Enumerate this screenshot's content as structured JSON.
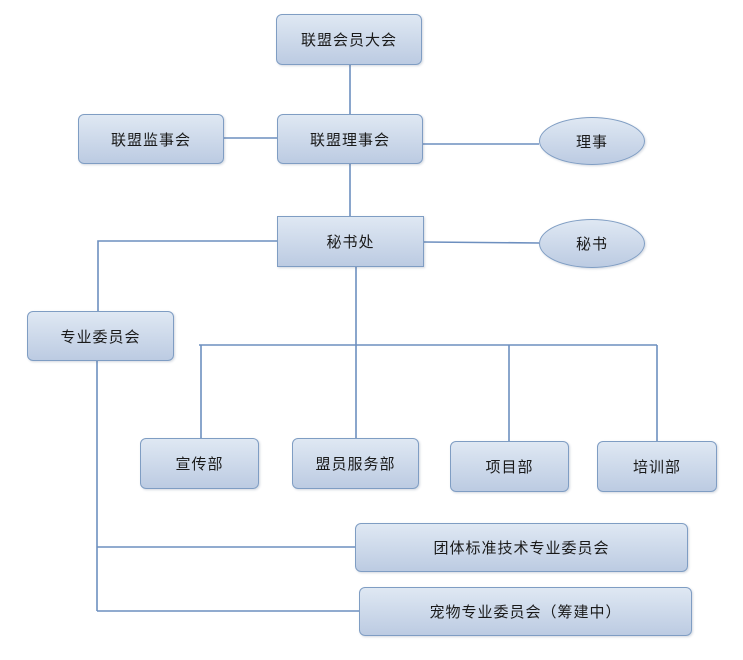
{
  "org_chart": {
    "assembly": "联盟会员大会",
    "supervisory_board": "联盟监事会",
    "council": "联盟理事会",
    "director": "理事",
    "secretariat": "秘书处",
    "secretary": "秘书",
    "committees": "专业委员会",
    "departments": [
      "宣传部",
      "盟员服务部",
      "项目部",
      "培训部"
    ],
    "sub_committees": [
      "团体标准技术专业委员会",
      "宠物专业委员会（筹建中）"
    ]
  },
  "colors": {
    "line": "#6d8fbf",
    "box_border": "#7f9dc3",
    "box_fill_top": "#dfe8f3",
    "box_fill_bottom": "#bccbe2"
  }
}
